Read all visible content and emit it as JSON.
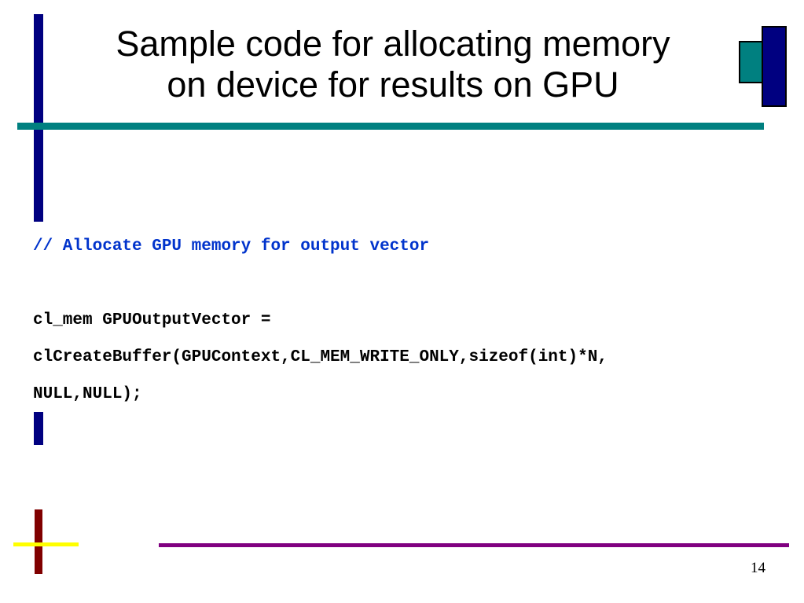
{
  "slide": {
    "title_line_1": "Sample code for allocating memory",
    "title_line_2": "on device for results on GPU",
    "page_number": "14"
  },
  "code": {
    "comment": "// Allocate GPU memory for output vector",
    "line_1": "cl_mem GPUOutputVector =",
    "line_2": "clCreateBuffer(GPUContext,CL_MEM_WRITE_ONLY,sizeof(int)*N,",
    "line_3": "NULL,NULL);"
  },
  "colors": {
    "navy": "#000080",
    "teal": "#008080",
    "maroon": "#800000",
    "yellow": "#ffff00",
    "purple": "#800080",
    "comment_blue": "#0033cc"
  }
}
